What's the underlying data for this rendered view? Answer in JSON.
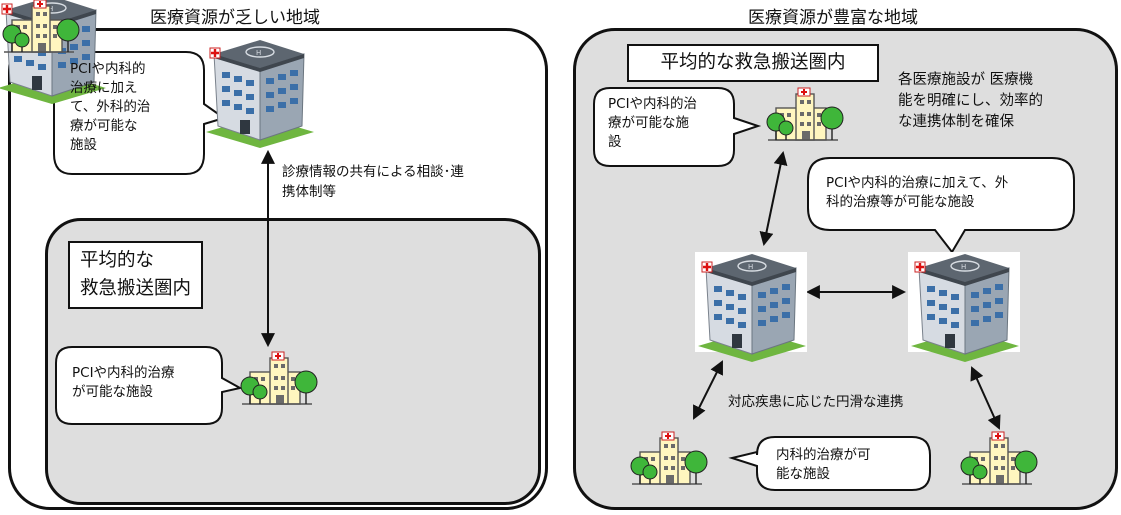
{
  "left": {
    "title": "医療資源が乏しい地域",
    "inner_title": "平均的な\n救急搬送圏内",
    "bubble_top": "PCIや内科的\n治療に加え\nて、外科的治\n療が可能な\n施設",
    "bubble_bottom": "PCIや内科的治療\nが可能な施設",
    "arrow_note": "診療情報の共有による相談･連\n携体制等"
  },
  "right": {
    "title": "医療資源が豊富な地域",
    "inner_title": "平均的な救急搬送圏内",
    "note": "各医療施設が 医療機\n能を明確にし、効率的\nな連携体制を確保",
    "bubble_tl": "PCIや内科的治\n療が可能な施\n設",
    "bubble_r": "PCIや内科的治療に加えて、外\n科的治療等が可能な施設",
    "bubble_bottom": "内科的治療が可\n能な施設",
    "link_note": "対応疾患に応じた円滑な連携"
  }
}
